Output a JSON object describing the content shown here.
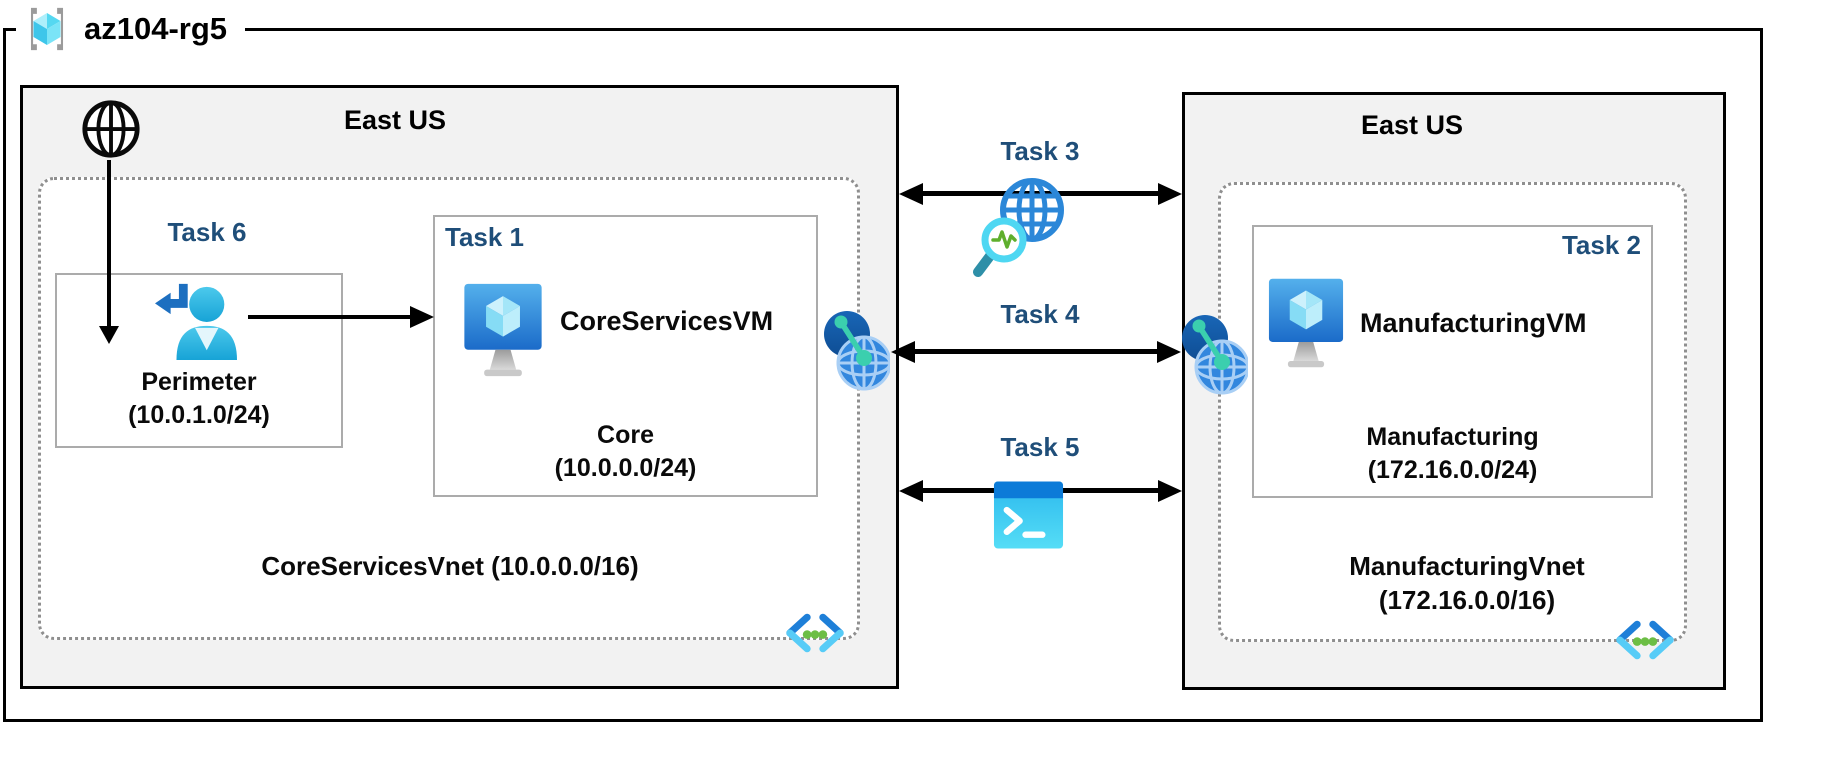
{
  "diagram": {
    "title": "az104-rg5"
  },
  "regions": {
    "left": {
      "name": "East US",
      "task6_label": "Task 6",
      "perimeter": {
        "name": "Perimeter",
        "cidr": "(10.0.1.0/24)"
      },
      "task1": {
        "label": "Task 1",
        "vm_name": "CoreServicesVM",
        "subnet_name": "Core",
        "subnet_cidr": "(10.0.0.0/24)"
      },
      "vnet_name": "CoreServicesVnet",
      "vnet_cidr": "(10.0.0.0/16)"
    },
    "right": {
      "name": "East US",
      "task2": {
        "label": "Task 2",
        "vm_name": "ManufacturingVM",
        "subnet_name": "Manufacturing",
        "subnet_cidr": "(172.16.0.0/24)"
      },
      "vnet_name": "ManufacturingVnet",
      "vnet_cidr": "(172.16.0.0/16)"
    }
  },
  "connectors": {
    "task3_label": "Task 3",
    "task4_label": "Task 4",
    "task5_label": "Task 5"
  },
  "icons": {
    "resource_group": "resource-group-icon",
    "internet": "internet-globe-icon",
    "perimeter_user": "user-signin-icon",
    "virtual_machine": "virtual-machine-icon",
    "network_peering": "network-peering-icon",
    "network_watcher": "network-watcher-icon",
    "cloud_shell": "cloud-shell-icon",
    "virtual_network": "virtual-network-icon"
  },
  "colors": {
    "task_label": "#1F4E79",
    "region_fill": "#F2F2F2",
    "outer_border": "#000000",
    "inner_box_border": "#ABABAB",
    "dotted_border": "#8F8F8F",
    "arrow": "#000000"
  }
}
